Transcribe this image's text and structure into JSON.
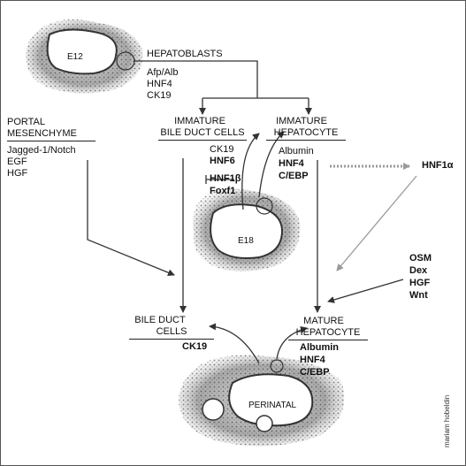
{
  "diagram": {
    "hepatoblasts": {
      "title": "HEPATOBLASTS",
      "markers": [
        "Afp/Alb",
        "HNF4",
        "CK19"
      ]
    },
    "portal_mesenchyme": {
      "title_line1": "PORTAL",
      "title_line2": "MESENCHYME",
      "signals": [
        "Jagged-1/Notch",
        "EGF",
        "HGF"
      ]
    },
    "immature_bile_duct": {
      "title_line1": "IMMATURE",
      "title_line2": "BILE DUCT CELLS",
      "markers": [
        "CK19",
        "HNF6",
        "HNF1β",
        "Foxf1"
      ]
    },
    "immature_hepatocyte": {
      "title_line1": "IMMATURE",
      "title_line2": "HEPATOCYTE",
      "markers": [
        "Albumin",
        "HNF4",
        "C/EBP"
      ]
    },
    "hnf1a": {
      "label": "HNF1α"
    },
    "external_factors": [
      "OSM",
      "Dex",
      "HGF",
      "Wnt"
    ],
    "bile_duct_cells": {
      "title_line1": "BILE DUCT",
      "title_line2": "CELLS",
      "markers": [
        "CK19"
      ]
    },
    "mature_hepatocyte": {
      "title_line1": "MATURE",
      "title_line2": "HEPATOCYTE",
      "markers": [
        "Albumin",
        "HNF4",
        "C/EBP"
      ]
    },
    "stages": {
      "e12": "E12",
      "e18": "E18",
      "perinatal": "PERINATAL"
    },
    "credit": "mariam hobeldin"
  },
  "colors": {
    "line": "#333333",
    "dotted": "#999999",
    "tissue": "#bdbdbd"
  }
}
